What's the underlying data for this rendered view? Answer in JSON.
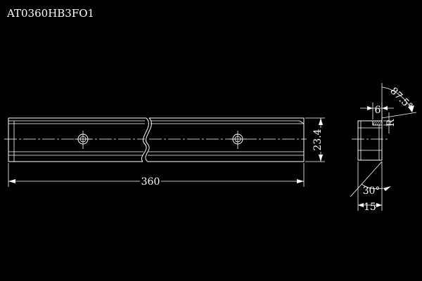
{
  "drawing": {
    "part_number": "AT0360HB3FO1",
    "dimensions": {
      "length": "360",
      "height": "23.4",
      "step_width": "6",
      "angle_top": "87.5°",
      "step_depth": "R",
      "angle_bottom": "30°",
      "thickness": "15"
    }
  }
}
